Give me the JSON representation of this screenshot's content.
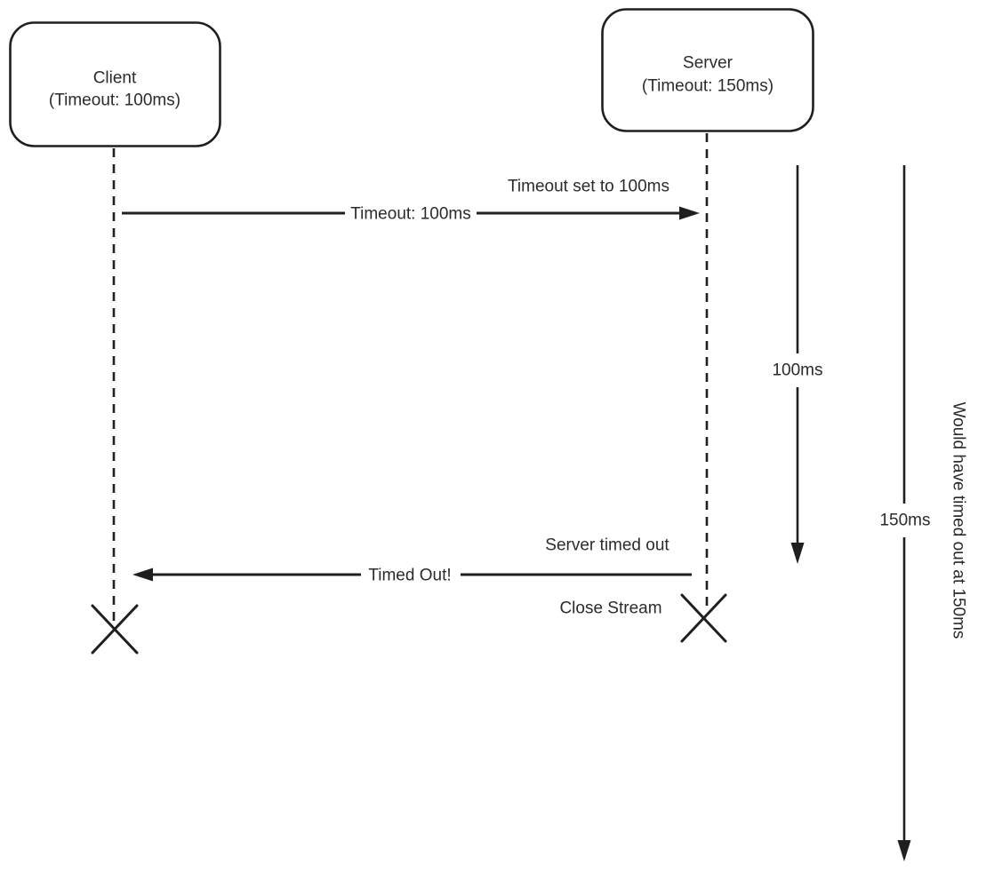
{
  "diagram": {
    "type": "sequence-diagram",
    "colors": {
      "background": "#ffffff",
      "stroke": "#1f1f1f",
      "text": "#2b2b2b"
    },
    "actors": [
      {
        "id": "client",
        "line1": "Client",
        "line2": "(Timeout: 100ms)"
      },
      {
        "id": "server",
        "line1": "Server",
        "line2": "(Timeout: 150ms)"
      }
    ],
    "messages": [
      {
        "from": "Client",
        "to": "Server",
        "label": "Timeout: 100ms",
        "annotation": "Timeout set to 100ms"
      },
      {
        "from": "Server",
        "to": "Client",
        "label": "Timed Out!",
        "annotation": "Server timed out"
      }
    ],
    "close_stream_label": "Close Stream",
    "timers": [
      {
        "label": "100ms"
      },
      {
        "label": "150ms",
        "note": "Would have timed out at 150ms"
      }
    ]
  }
}
